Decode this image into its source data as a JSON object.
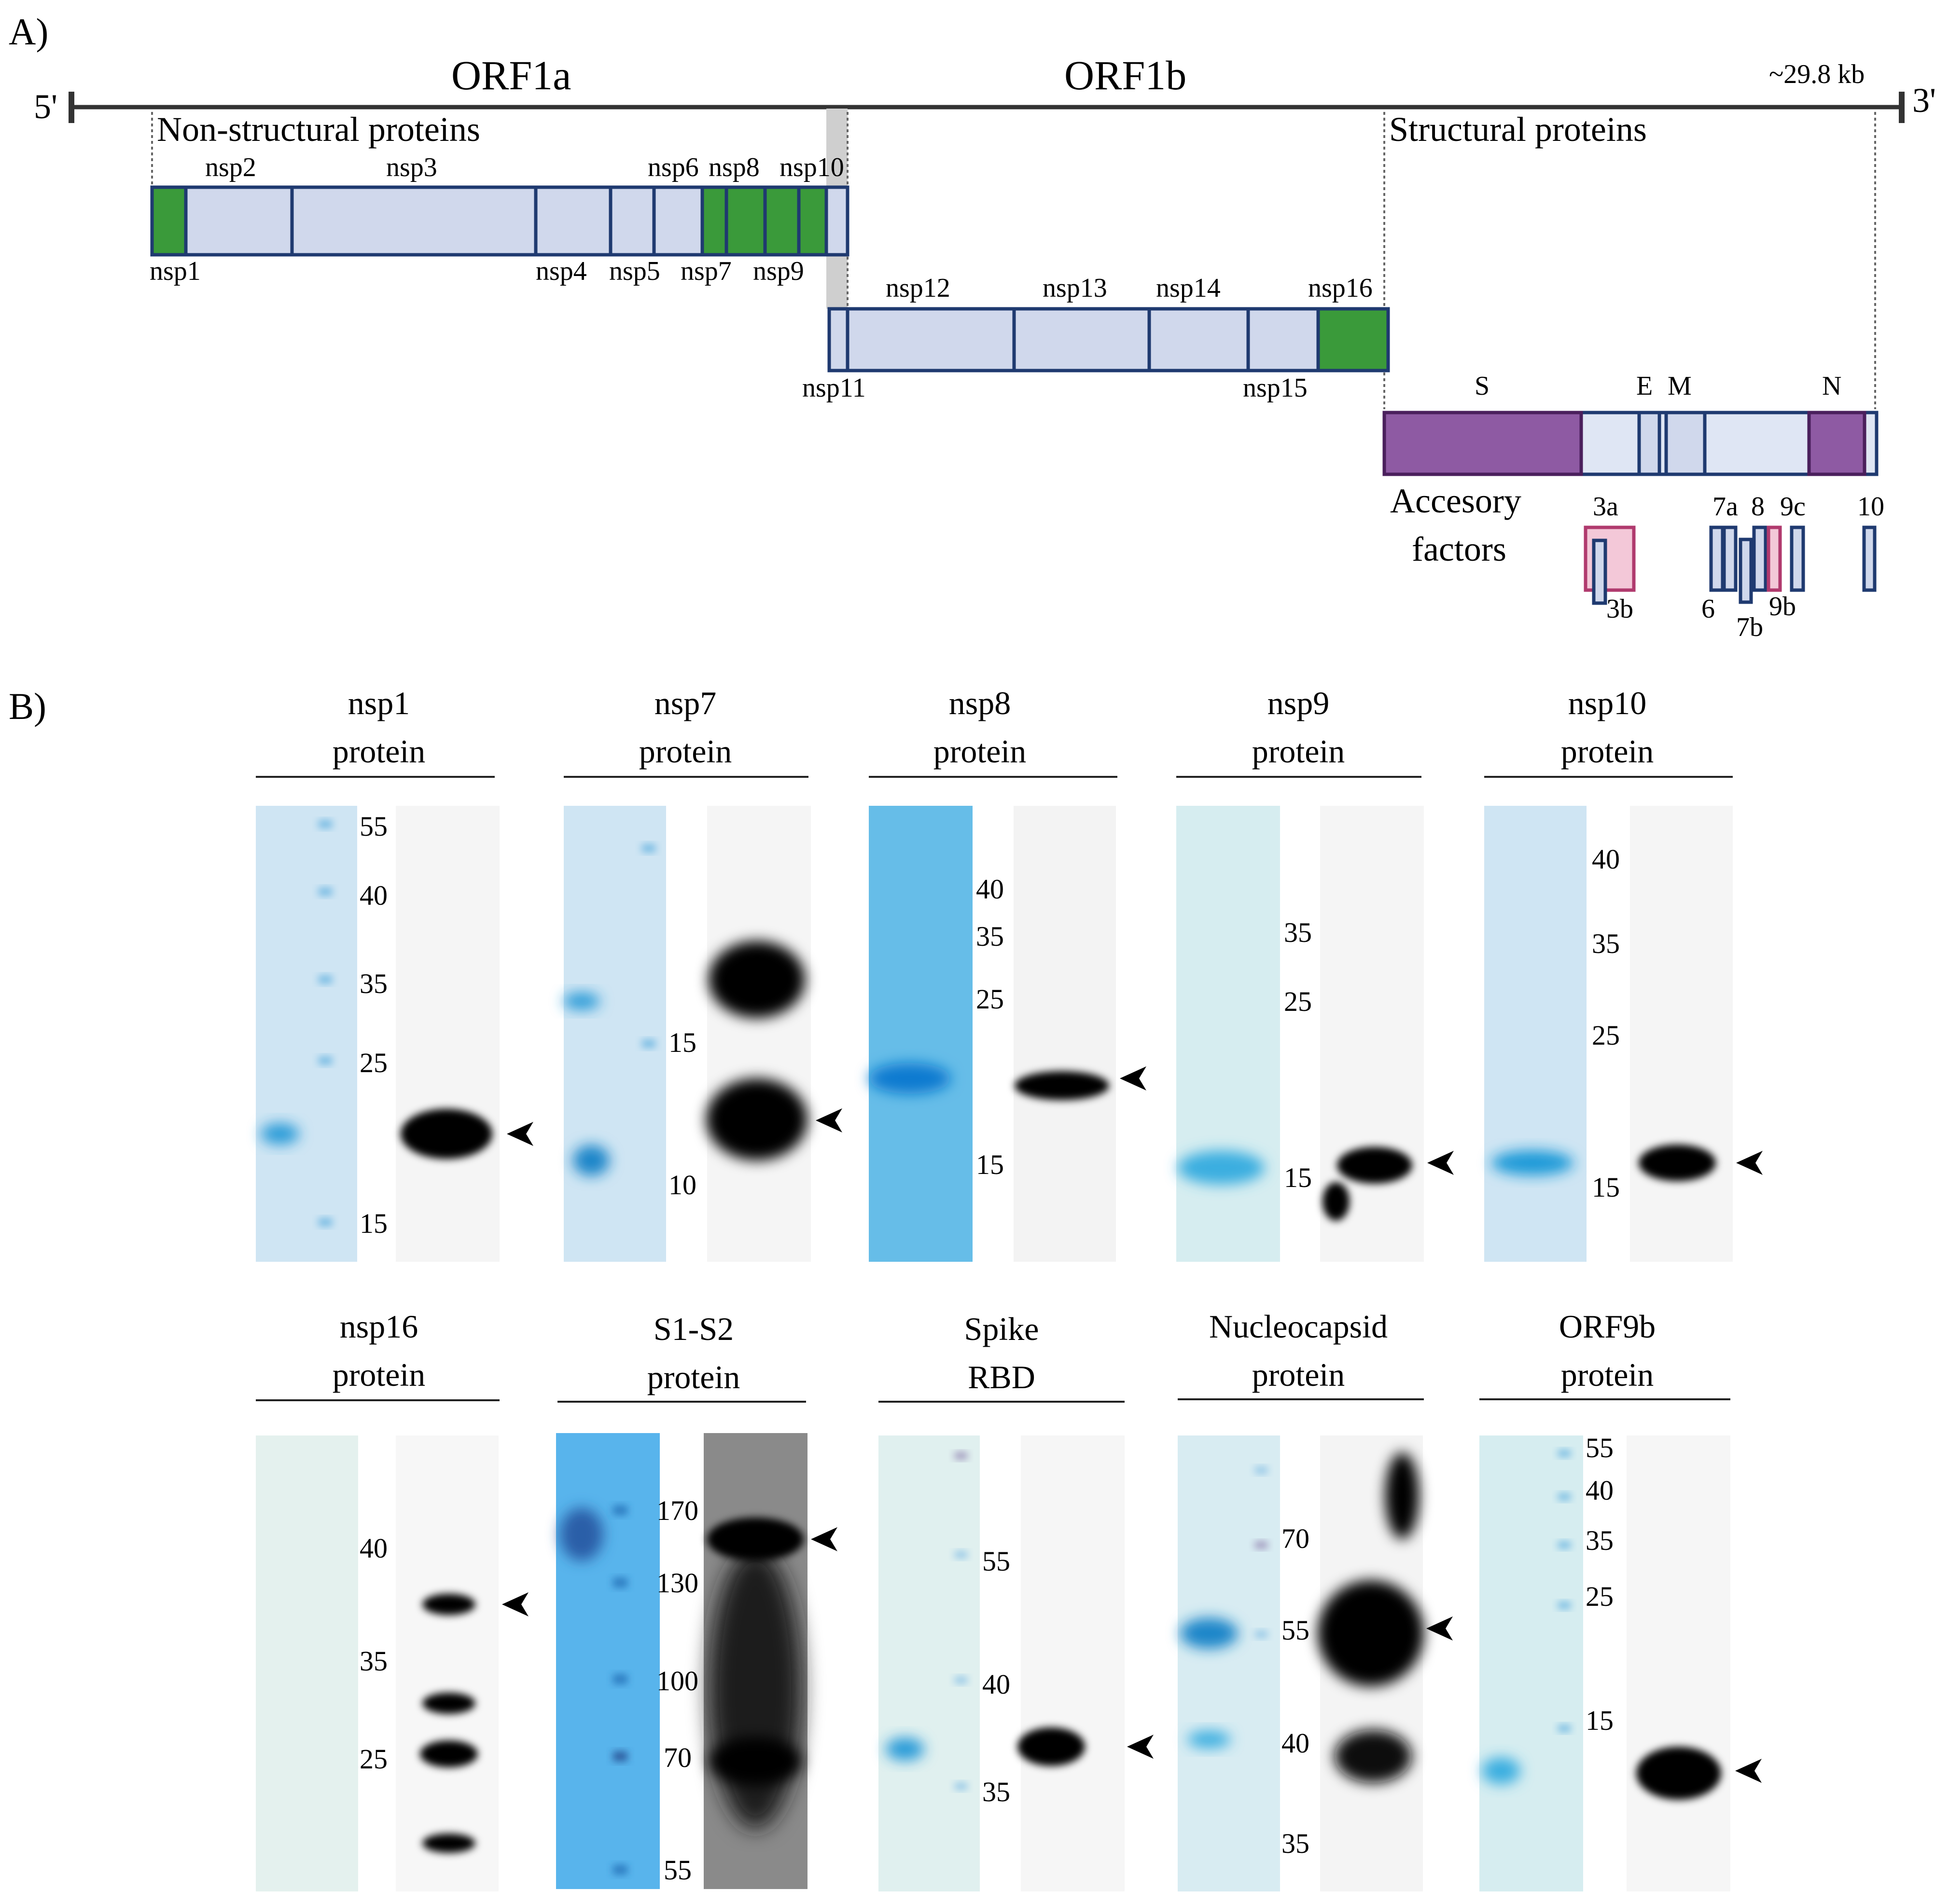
{
  "panel_a": {
    "label": "A)",
    "five_prime": "5'",
    "three_prime": "3'",
    "genome_length": "~29.8 kb",
    "orf1a": "ORF1a",
    "orf1b": "ORF1b",
    "nonstructural_title": "Non-structural proteins",
    "structural_title": "Structural proteins",
    "accessory_line1": "Accesory",
    "accessory_line2": "factors",
    "orf1a_segments": [
      {
        "name": "nsp1",
        "type": "highlighted",
        "label_pos": "below"
      },
      {
        "name": "nsp2",
        "type": "plain",
        "label_pos": "above"
      },
      {
        "name": "nsp3",
        "type": "plain",
        "label_pos": "above"
      },
      {
        "name": "nsp4",
        "type": "plain",
        "label_pos": "below"
      },
      {
        "name": "nsp5",
        "type": "plain",
        "label_pos": "below"
      },
      {
        "name": "nsp6",
        "type": "plain",
        "label_pos": "above"
      },
      {
        "name": "nsp7",
        "type": "highlighted",
        "label_pos": "below"
      },
      {
        "name": "nsp8",
        "type": "highlighted",
        "label_pos": "above"
      },
      {
        "name": "nsp9",
        "type": "highlighted",
        "label_pos": "below"
      },
      {
        "name": "nsp10",
        "type": "highlighted",
        "label_pos": "above"
      }
    ],
    "orf1b_segments": [
      {
        "name": "nsp11",
        "type": "plain",
        "label_pos": "below"
      },
      {
        "name": "nsp12",
        "type": "plain",
        "label_pos": "above"
      },
      {
        "name": "nsp13",
        "type": "plain",
        "label_pos": "above"
      },
      {
        "name": "nsp14",
        "type": "plain",
        "label_pos": "above"
      },
      {
        "name": "nsp15",
        "type": "plain",
        "label_pos": "below"
      },
      {
        "name": "nsp16",
        "type": "highlighted",
        "label_pos": "above"
      }
    ],
    "structural_segments": [
      {
        "name": "S",
        "type": "purple"
      },
      {
        "name": "E",
        "type": "plain"
      },
      {
        "name": "M",
        "type": "plain"
      },
      {
        "name": "N",
        "type": "purple"
      }
    ],
    "accessory_labels": [
      "3a",
      "3b",
      "7a",
      "8",
      "9c",
      "10",
      "6",
      "7b",
      "9b"
    ],
    "colors": {
      "green": "#3a9a3a",
      "blue_fill": "#d0d8ec",
      "blue_edge": "#1f3a70",
      "purple": "#8e5aa3",
      "purple_edge": "#4a1f5c",
      "pink": "#b03a6e",
      "pink_fill": "#f3c8d8",
      "grey_bar": "#cfcfcf"
    }
  },
  "panel_b": {
    "label": "B)",
    "blots": [
      {
        "title1": "nsp1",
        "title2": "protein",
        "markers": [
          "55",
          "40",
          "35",
          "25",
          "15"
        ]
      },
      {
        "title1": "nsp7",
        "title2": "protein",
        "markers": [
          "15",
          "10"
        ]
      },
      {
        "title1": "nsp8",
        "title2": "protein",
        "markers": [
          "40",
          "35",
          "25",
          "15"
        ]
      },
      {
        "title1": "nsp9",
        "title2": "protein",
        "markers": [
          "35",
          "25",
          "15"
        ]
      },
      {
        "title1": "nsp10",
        "title2": "protein",
        "markers": [
          "40",
          "35",
          "25",
          "15"
        ]
      },
      {
        "title1": "nsp16",
        "title2": "protein",
        "markers": [
          "40",
          "35",
          "25"
        ]
      },
      {
        "title1": "S1-S2",
        "title2": "protein",
        "markers": [
          "170",
          "130",
          "100",
          "70",
          "55"
        ]
      },
      {
        "title1": "Spike",
        "title2": "RBD",
        "markers": [
          "55",
          "40",
          "35"
        ]
      },
      {
        "title1": "Nucleocapsid",
        "title2": "protein",
        "markers": [
          "70",
          "55",
          "40",
          "35"
        ]
      },
      {
        "title1": "ORF9b",
        "title2": "protein",
        "markers": [
          "55",
          "40",
          "35",
          "25",
          "15"
        ]
      }
    ]
  }
}
